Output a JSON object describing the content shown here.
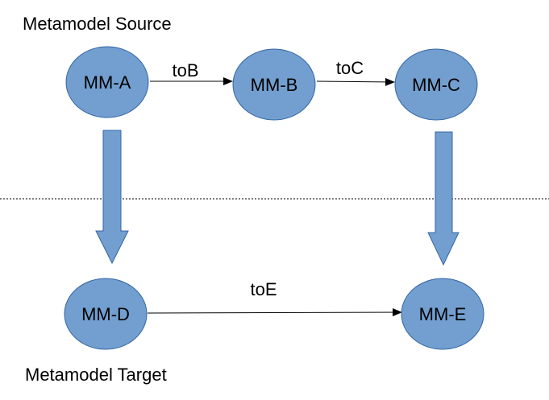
{
  "labels": {
    "source": "Metamodel Source",
    "target": "Metamodel Target"
  },
  "nodes": {
    "a": "MM-A",
    "b": "MM-B",
    "c": "MM-C",
    "d": "MM-D",
    "e": "MM-E"
  },
  "edges": {
    "a_b": "toB",
    "b_c": "toC",
    "d_e": "toE"
  },
  "colors": {
    "node_fill": "#729fcf",
    "node_stroke": "#3465a4",
    "divider": "#000000"
  }
}
